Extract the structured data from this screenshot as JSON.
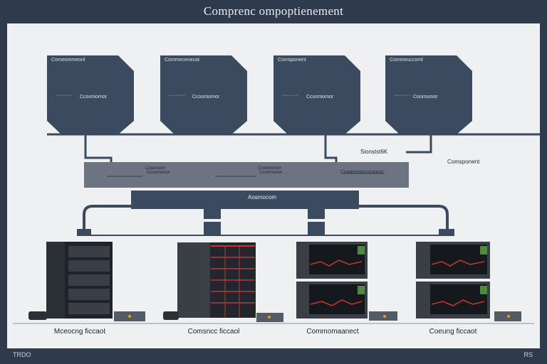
{
  "title": "Comprenc ompoptienement",
  "footer": {
    "left": "TRDO",
    "right": "RS"
  },
  "modules": [
    {
      "title": "Comeommeonl",
      "left": "··········",
      "right": "Ccoomomor"
    },
    {
      "title": "Commecenecat",
      "left": "··········",
      "right": "Ccoomomor"
    },
    {
      "title": "Comsponent",
      "left": "··········",
      "right": "Ccoomomor"
    },
    {
      "title": "Commeuccoml",
      "left": "··········",
      "right": "Coomomor"
    }
  ],
  "side_labels": {
    "a": "Sionstst6K",
    "b": "Comsponent"
  },
  "bus": {
    "labels": [
      "Cooomorn",
      "Ccoomomor",
      "Ccoomomor",
      "Ccoomomor"
    ],
    "right": "Cmoecmmcomoms"
  },
  "center_label": "Aosmocom",
  "units": [
    {
      "caption": "Mceocng ficcaot"
    },
    {
      "caption": "Comsncc ficcaol"
    },
    {
      "caption": "Commomaanect"
    },
    {
      "caption": "Coeung ficcaot"
    }
  ],
  "colors": {
    "background": "#2f3b4c",
    "panel": "#eef0f1",
    "module": "#3b4a5e",
    "bus": "#6b7480",
    "accent": "#c23a2e"
  }
}
